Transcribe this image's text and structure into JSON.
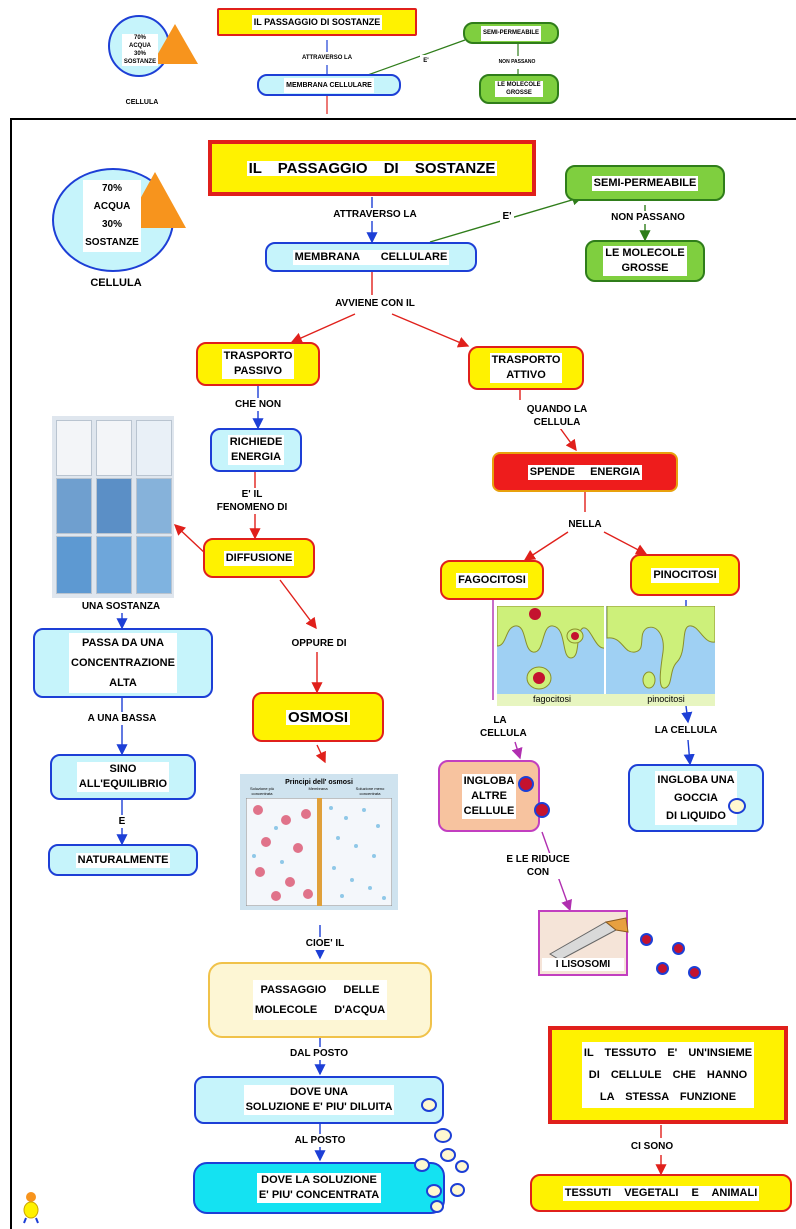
{
  "thumbnail": {
    "title": "IL PASSAGGIO DI SOSTANZE",
    "cell": "70%\nACQUA\n30%\nSOSTANZE",
    "cell_caption": "CELLULA",
    "membrana": "MEMBRANA CELLULARE",
    "attraverso": "ATTRAVERSO LA",
    "e": "E'",
    "semi": "SEMI-PERMEABILE",
    "non_passano": "NON PASSANO",
    "molecole": "LE MOLECOLE\nGROSSE"
  },
  "nodes": {
    "title": "IL PASSAGGIO DI SOSTANZE",
    "cell_text": "70%\nACQUA\n30%\nSOSTANZE",
    "cell_caption": "CELLULA",
    "membrana": "MEMBRANA CELLULARE",
    "semi": "SEMI-PERMEABILE",
    "molecole": "LE MOLECOLE\nGROSSE",
    "passivo": "TRASPORTO\nPASSIVO",
    "attivo": "TRASPORTO\nATTIVO",
    "richiede": "RICHIEDE\nENERGIA",
    "spende": "SPENDE ENERGIA",
    "diffusione": "DIFFUSIONE",
    "fagocitosi": "FAGOCITOSI",
    "pinocitosi": "PINOCITOSI",
    "passa": "PASSA DA UNA\nCONCENTRAZIONE\nALTA",
    "osmosi": "OSMOSI",
    "sino": "SINO\nALL'EQUILIBRIO",
    "naturalmente": "NATURALMENTE",
    "ingloba_altre": "INGLOBA\nALTRE\nCELLULE",
    "ingloba_goccia": "INGLOBA UNA\nGOCCIA\nDI LIQUIDO",
    "lisosomi": "I LISOSOMI",
    "passaggio_acqua": "PASSAGGIO DELLE\nMOLECOLE D'ACQUA",
    "diluita": "DOVE UNA\nSOLUZIONE E' PIU' DILUITA",
    "concentrata": "DOVE LA SOLUZIONE\nE' PIU' CONCENTRATA",
    "tessuto": "IL TESSUTO E' UN'INSIEME\nDI CELLULE CHE HANNO\nLA STESSA FUNZIONE",
    "tessuti": "TESSUTI VEGETALI E ANIMALI"
  },
  "links": {
    "attraverso": "ATTRAVERSO LA",
    "e": "E'",
    "non_passano": "NON PASSANO",
    "avviene": "AVVIENE CON IL",
    "che_non": "CHE NON",
    "quando": "QUANDO LA\nCELLULA",
    "fenomeno": "E' IL\nFENOMENO DI",
    "nella": "NELLA",
    "sostanza": "UNA SOSTANZA",
    "oppure": "OPPURE DI",
    "bassa": "A UNA BASSA",
    "e2": "E",
    "la_cellula1": "LA\nCELLULA",
    "la_cellula2": "LA CELLULA",
    "riduce": "E LE RIDUCE\nCON",
    "cioe": "CIOE' IL",
    "dal_posto": "DAL POSTO",
    "al_posto": "AL POSTO",
    "ci_sono": "CI SONO"
  },
  "images": {
    "osmosi_title": "Principi dell' osmosi",
    "osmosi_left": "Soluzione più\nconcentrata",
    "osmosi_mid": "Membrana",
    "osmosi_right": "Soluzione meno\nconcentrata",
    "fago_caption": "fagocitosi",
    "pino_caption": "pinocitosi"
  },
  "colors": {
    "cyan": "#c6f4fb",
    "yellow": "#fff200",
    "red": "#e0201b",
    "blue": "#1d3fd6",
    "green": "#7fcf3f",
    "pink": "#f7c39f",
    "magenta": "#c23fc0"
  }
}
